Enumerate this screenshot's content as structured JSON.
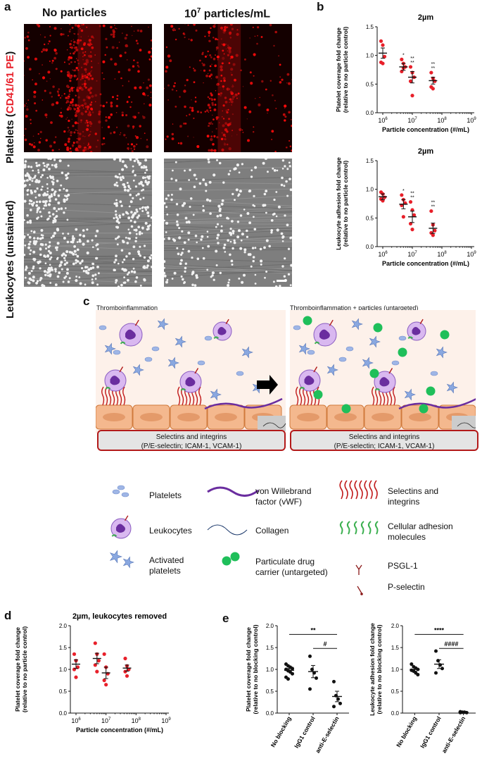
{
  "panel_a": {
    "letter": "a",
    "col_titles": [
      "No particles",
      "10",
      "7",
      " particles/mL"
    ],
    "row_platelets_prefix": "Platelets (",
    "row_platelets_stain": "CD41/61 PE",
    "row_platelets_suffix": ")",
    "row_leukocytes": "Leukocytes (unstained)"
  },
  "panel_b": {
    "letter": "b"
  },
  "panel_c": {
    "letter": "c",
    "left_title": "Thromboinflammation",
    "right_title": "Thromboinflammation + particles (untargeted)",
    "box_line1": "Selectins and integrins",
    "box_line2": "(P/E-selectin; ICAM-1, VCAM-1)",
    "legend": {
      "platelets": "Platelets",
      "vwf_line1": "von Willebrand",
      "vwf_line2": "factor (vWF)",
      "selectins_line1": "Selectins and",
      "selectins_line2": "integrins",
      "leukocytes": "Leukocytes",
      "collagen": "Collagen",
      "cam_line1": "Cellular adhesion",
      "cam_line2": "molecules",
      "activated_line1": "Activated",
      "activated_line2": "platelets",
      "carrier_line1": "Particulate drug",
      "carrier_line2": "carrier (untargeted)",
      "psgl": "PSGL-1",
      "pselectin": "P-selectin"
    }
  },
  "panel_d": {
    "letter": "d"
  },
  "panel_e": {
    "letter": "e"
  },
  "colors": {
    "red": "#e8202a",
    "green": "#1fbf5a",
    "purple": "#6a2d9f",
    "pink": "#fdf1ea",
    "plot": "#111111"
  },
  "chart_data": [
    {
      "id": "b_top",
      "type": "scatter",
      "title": "2µm",
      "ylabel_line1": "Platelet coverage fold change",
      "ylabel_line2": "(relative to no particle control)",
      "xlabel": "Particle concentration (#/mL)",
      "xscale": "log",
      "xlim": [
        1000000,
        1000000000
      ],
      "ylim": [
        0,
        1.5
      ],
      "yticks": [
        "0.0",
        "0.5",
        "1.0",
        "1.5"
      ],
      "xticks": [
        "10^6",
        "10^7",
        "10^8",
        "10^9"
      ],
      "groups": [
        {
          "x": 1000000,
          "mean": 1.04,
          "sem": 0.09,
          "points": [
            1.25,
            1.18,
            0.98,
            0.88,
            0.86
          ]
        },
        {
          "x": 5000000,
          "mean": 0.8,
          "sem": 0.06,
          "points": [
            0.93,
            0.86,
            0.8,
            0.72,
            0.78
          ]
        },
        {
          "x": 10000000,
          "mean": 0.62,
          "sem": 0.1,
          "points": [
            0.8,
            0.7,
            0.62,
            0.55,
            0.3
          ]
        },
        {
          "x": 50000000,
          "mean": 0.56,
          "sem": 0.06,
          "points": [
            0.7,
            0.6,
            0.55,
            0.45,
            0.42
          ]
        }
      ],
      "sig": [
        {
          "x": 5000000,
          "lines": [
            "*"
          ]
        },
        {
          "x": 10000000,
          "lines": [
            "**",
            "**"
          ]
        },
        {
          "x": 50000000,
          "lines": [
            "**",
            "**"
          ]
        }
      ]
    },
    {
      "id": "b_bottom",
      "type": "scatter",
      "title": "2µm",
      "ylabel_line1": "Leukocyte adhesion fold change",
      "ylabel_line2": "(relative to no particle control)",
      "xlabel": "Particle concentration (#/mL)",
      "xscale": "log",
      "xlim": [
        1000000,
        1000000000
      ],
      "ylim": [
        0,
        1.5
      ],
      "yticks": [
        "0.0",
        "0.5",
        "1.0",
        "1.5"
      ],
      "xticks": [
        "10^6",
        "10^7",
        "10^8",
        "10^9"
      ],
      "groups": [
        {
          "x": 1000000,
          "mean": 0.87,
          "sem": 0.05,
          "points": [
            0.95,
            0.92,
            0.86,
            0.83,
            0.8
          ]
        },
        {
          "x": 5000000,
          "mean": 0.74,
          "sem": 0.08,
          "points": [
            0.9,
            0.82,
            0.76,
            0.72,
            0.52
          ]
        },
        {
          "x": 10000000,
          "mean": 0.52,
          "sem": 0.1,
          "points": [
            0.78,
            0.64,
            0.55,
            0.4,
            0.3
          ]
        },
        {
          "x": 50000000,
          "mean": 0.32,
          "sem": 0.09,
          "points": [
            0.62,
            0.38,
            0.28,
            0.24,
            0.2
          ]
        }
      ],
      "sig": [
        {
          "x": 5000000,
          "lines": [
            "*"
          ]
        },
        {
          "x": 10000000,
          "lines": [
            "**",
            "**"
          ]
        },
        {
          "x": 50000000,
          "lines": [
            "**",
            "**"
          ]
        }
      ]
    },
    {
      "id": "d",
      "type": "scatter",
      "title": "2µm, leukocytes removed",
      "ylabel_line1": "Platelet coverage fold change",
      "ylabel_line2": "(relative to no particle control)",
      "xlabel": "Particle concentration (#/mL)",
      "xscale": "log",
      "xlim": [
        1000000,
        1000000000
      ],
      "ylim": [
        0,
        2.0
      ],
      "yticks": [
        "0.0",
        "0.5",
        "1.0",
        "1.5",
        "2.0"
      ],
      "xticks": [
        "10^6",
        "10^7",
        "10^8",
        "10^9"
      ],
      "groups": [
        {
          "x": 1000000,
          "mean": 1.12,
          "sem": 0.1,
          "points": [
            1.35,
            1.2,
            1.05,
            1.0,
            0.82
          ]
        },
        {
          "x": 5000000,
          "mean": 1.25,
          "sem": 0.12,
          "points": [
            1.6,
            1.35,
            1.2,
            1.1,
            0.95
          ]
        },
        {
          "x": 10000000,
          "mean": 0.92,
          "sem": 0.13,
          "points": [
            1.35,
            1.05,
            0.9,
            0.75,
            0.65
          ]
        },
        {
          "x": 50000000,
          "mean": 1.03,
          "sem": 0.07,
          "points": [
            1.25,
            1.08,
            1.0,
            0.95,
            0.85
          ]
        }
      ],
      "sig": []
    },
    {
      "id": "e_left",
      "type": "scatter",
      "ylabel_line1": "Platelet coverage fold change",
      "ylabel_line2": "(relative to no blocking control)",
      "categories": [
        "No blocking",
        "IgG1 control",
        "anti-E-selectin"
      ],
      "ylim": [
        0,
        2.0
      ],
      "yticks": [
        "0.0",
        "0.5",
        "1.0",
        "1.5",
        "2.0"
      ],
      "groups": [
        {
          "mean": 0.98,
          "sem": 0.04,
          "points": [
            1.12,
            1.08,
            1.05,
            1.02,
            1.0,
            0.97,
            0.94,
            0.9,
            0.82,
            0.78
          ]
        },
        {
          "mean": 0.95,
          "sem": 0.14,
          "points": [
            1.3,
            1.0,
            0.92,
            0.8,
            0.55
          ]
        },
        {
          "mean": 0.38,
          "sem": 0.12,
          "points": [
            0.72,
            0.4,
            0.32,
            0.22,
            0.15
          ]
        }
      ],
      "brackets": [
        {
          "from": 0,
          "to": 2,
          "y": 1.8,
          "label": "**"
        },
        {
          "from": 1,
          "to": 2,
          "y": 1.48,
          "label": "#"
        }
      ]
    },
    {
      "id": "e_right",
      "type": "scatter",
      "ylabel_line1": "Leukocyte adhesion fold change",
      "ylabel_line2": "(relative to no blocking control)",
      "categories": [
        "No blocking",
        "IgG1 control",
        "anti-E-selectin"
      ],
      "ylim": [
        0,
        2.0
      ],
      "yticks": [
        "0.0",
        "0.5",
        "1.0",
        "1.5",
        "2.0"
      ],
      "groups": [
        {
          "mean": 1.0,
          "sem": 0.04,
          "points": [
            1.12,
            1.06,
            1.03,
            1.0,
            0.98,
            0.96,
            0.92,
            0.88
          ]
        },
        {
          "mean": 1.12,
          "sem": 0.1,
          "points": [
            1.42,
            1.2,
            1.1,
            1.02,
            0.92
          ]
        },
        {
          "mean": 0.02,
          "sem": 0.01,
          "points": [
            0.03,
            0.02,
            0.02,
            0.01,
            0.01
          ]
        }
      ],
      "brackets": [
        {
          "from": 0,
          "to": 2,
          "y": 1.8,
          "label": "****"
        },
        {
          "from": 1,
          "to": 2,
          "y": 1.48,
          "label": "####"
        }
      ]
    }
  ]
}
